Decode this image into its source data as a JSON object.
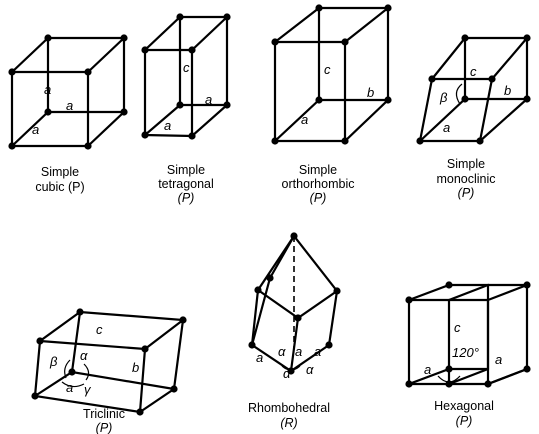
{
  "lattices": [
    {
      "id": "simple-cubic",
      "caption": [
        "Simple",
        "cubic (P)"
      ],
      "edge_labels": [
        "a",
        "a",
        "a"
      ]
    },
    {
      "id": "simple-tetragonal",
      "caption": [
        "Simple",
        "tetragonal",
        "(P)"
      ],
      "edge_labels": [
        "a",
        "a",
        "c"
      ]
    },
    {
      "id": "simple-orthorhombic",
      "caption": [
        "Simple",
        "orthorhombic",
        "(P)"
      ],
      "edge_labels": [
        "a",
        "b",
        "c"
      ]
    },
    {
      "id": "simple-monoclinic",
      "caption": [
        "Simple",
        "monoclinic",
        "(P)"
      ],
      "edge_labels": [
        "a",
        "b",
        "c",
        "β"
      ]
    },
    {
      "id": "triclinic",
      "caption": [
        "Triclinic",
        "(P)"
      ],
      "edge_labels": [
        "a",
        "b",
        "c",
        "α",
        "β",
        "γ"
      ]
    },
    {
      "id": "rhombohedral",
      "caption": [
        "Rhombohedral",
        "(R)"
      ],
      "edge_labels": [
        "a",
        "a",
        "a",
        "α",
        "α",
        "α"
      ]
    },
    {
      "id": "hexagonal",
      "caption": [
        "Hexagonal",
        "(P)"
      ],
      "edge_labels": [
        "a",
        "a",
        "c",
        "120°"
      ]
    }
  ]
}
